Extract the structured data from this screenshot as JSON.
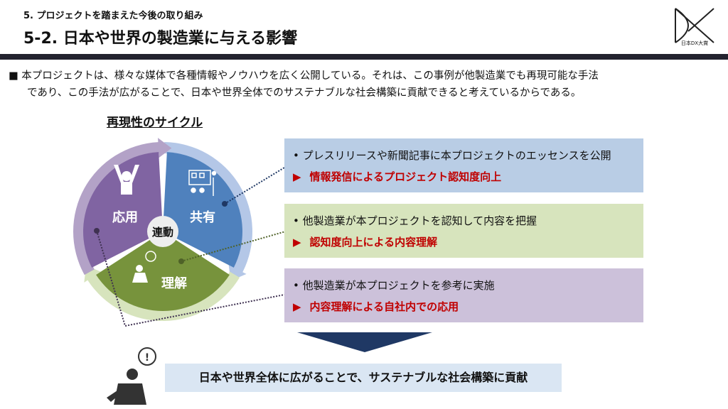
{
  "header": {
    "section": "5. プロジェクトを踏まえた今後の取り組み",
    "title": "5-2. 日本や世界の製造業に与える影響",
    "logo_text": "日本DX大賞"
  },
  "intro": {
    "line1": "■ 本プロジェクトは、様々な媒体で各種情報やノウハウを広く公開している。それは、この事例が他製造業でも再現可能な手法",
    "line2": "であり、この手法が広がることで、日本や世界全体でのサステナブルな社会構築に貢献できると考えているからである。"
  },
  "cycle": {
    "title": "再現性のサイクル",
    "center": "連動",
    "segments": [
      {
        "label": "共有",
        "color": "#4f81bd"
      },
      {
        "label": "理解",
        "color": "#77933c"
      },
      {
        "label": "応用",
        "color": "#8064a2"
      }
    ]
  },
  "boxes": [
    {
      "bullet": "•  プレスリリースや新聞記事に本プロジェクトのエッセンスを公開",
      "result": "情報発信によるプロジェクト認知度向上",
      "color": "#b9cde5"
    },
    {
      "bullet": "•  他製造業が本プロジェクトを認知して内容を把握",
      "result": "認知度向上による内容理解",
      "color": "#d7e4bd"
    },
    {
      "bullet": "•  他製造業が本プロジェクトを参考に実施",
      "result": "内容理解による自社内での応用",
      "color": "#ccc1da"
    }
  ],
  "arrow_mark": "▶",
  "conclusion": "日本や世界全体に広がることで、サステナブルな社会構築に貢献"
}
